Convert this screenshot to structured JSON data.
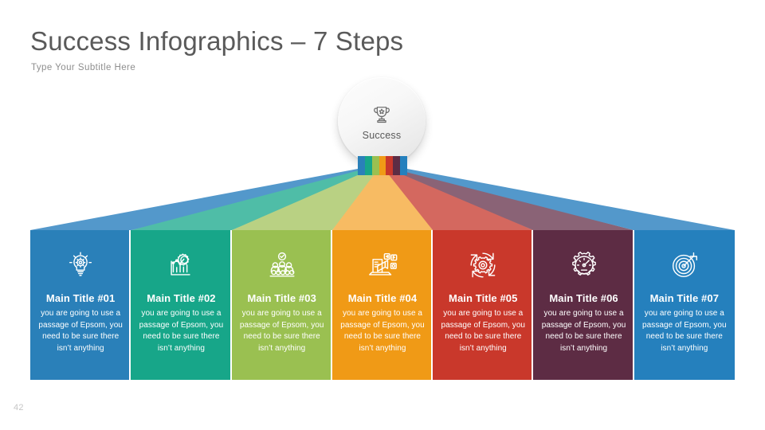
{
  "header": {
    "title": "Success Infographics – 7 Steps",
    "subtitle": "Type Your Subtitle Here",
    "page_number": "42"
  },
  "hub": {
    "label": "Success",
    "icon": "trophy-icon"
  },
  "colors": {
    "step1": "#2a80b9",
    "step2": "#17a689",
    "step3": "#9ac051",
    "step4": "#f09a16",
    "step5": "#c9382b",
    "step6": "#5d2c44",
    "step7": "#2580bd",
    "funnel1": "#5398cb",
    "funnel2": "#4fbda7",
    "funnel3": "#b9d183",
    "funnel4": "#f7bb63",
    "funnel5": "#d4685f",
    "funnel6": "#8a6376",
    "funnel7": "#5398cb",
    "title_color": "#5a5a5a",
    "subtitle_color": "#8e8e8e",
    "page_color": "#c6c6c6",
    "background": "#ffffff"
  },
  "steps": [
    {
      "title": "Main Title #01",
      "body": "you are going to use a passage of Epsom, you need to be sure there isn’t anything",
      "icon": "lightbulb-gear-icon",
      "color": "#2a80b9"
    },
    {
      "title": "Main Title #02",
      "body": "you are going to use a passage of Epsom, you need to be sure there isn’t anything",
      "icon": "bar-chart-gear-icon",
      "color": "#17a689"
    },
    {
      "title": "Main Title #03",
      "body": "you are going to use a passage of Epsom, you need to be sure there isn’t anything",
      "icon": "team-check-icon",
      "color": "#9ac051"
    },
    {
      "title": "Main Title #04",
      "body": "you are going to use a passage of Epsom, you need to be sure there isn’t anything",
      "icon": "megaphone-social-icon",
      "color": "#f09a16"
    },
    {
      "title": "Main Title #05",
      "body": "you are going to use a passage of Epsom, you need to be sure there isn’t anything",
      "icon": "gear-cycle-icon",
      "color": "#c9382b"
    },
    {
      "title": "Main Title #06",
      "body": "you are going to use a passage of Epsom, you need to be sure there isn’t anything",
      "icon": "speedometer-gear-icon",
      "color": "#5d2c44"
    },
    {
      "title": "Main Title #07",
      "body": "you are going to use a passage of Epsom, you need to be sure there isn’t anything",
      "icon": "target-arrow-icon",
      "color": "#2580bd"
    }
  ]
}
